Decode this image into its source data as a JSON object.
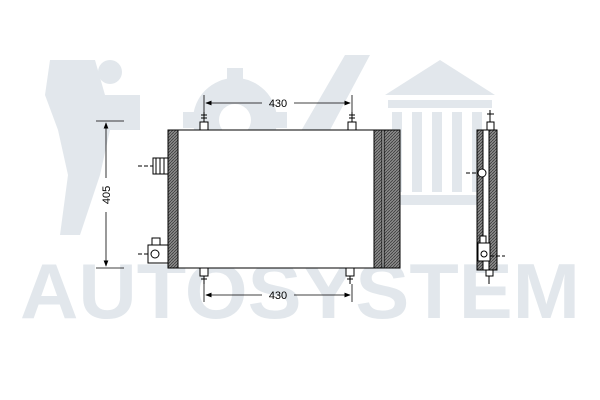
{
  "watermark": {
    "text": "AUTOSYSTEM",
    "color": "#dfe5ea"
  },
  "dimensions": {
    "top_width": "430",
    "bottom_width": "430",
    "height": "405"
  },
  "colors": {
    "line": "#000000",
    "hatch": "#555555",
    "panel_fill": "#ffffff"
  }
}
